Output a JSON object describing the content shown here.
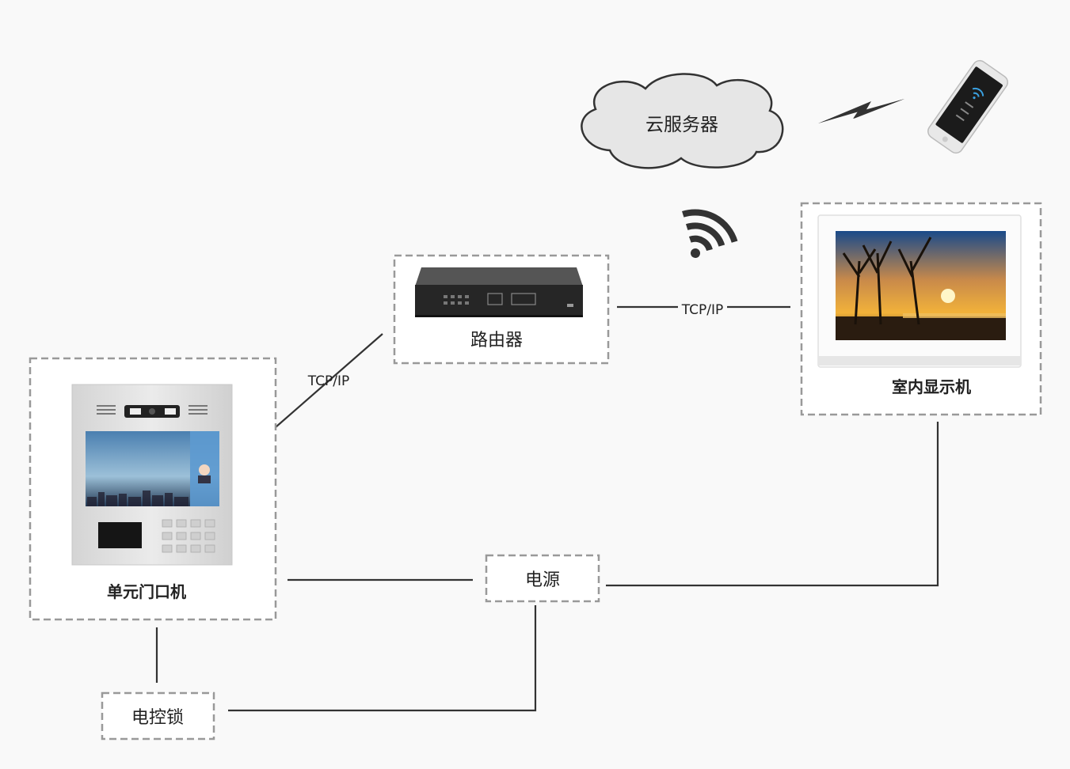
{
  "nodes": {
    "cloud": {
      "label": "云服务器"
    },
    "router": {
      "label": "路由器"
    },
    "door_unit": {
      "label": "单元门口机"
    },
    "indoor_monitor": {
      "label": "室内显示机"
    },
    "power": {
      "label": "电源"
    },
    "lock": {
      "label": "电控锁"
    }
  },
  "edges": {
    "door_router": {
      "label": "TCP/IP"
    },
    "router_monitor": {
      "label": "TCP/IP"
    }
  },
  "colors": {
    "box_stroke": "#999999",
    "wire": "#333333",
    "cloud_fill": "#e6e6e6",
    "router_body": "#2b2b2b",
    "screen_sky": "#e8a84a",
    "door_screen": "#3b6a9a"
  },
  "icons": [
    "cloud-icon",
    "lightning-icon",
    "smartphone-icon",
    "wifi-icon",
    "router-device-icon",
    "door-station-device-icon",
    "indoor-monitor-device-icon"
  ]
}
